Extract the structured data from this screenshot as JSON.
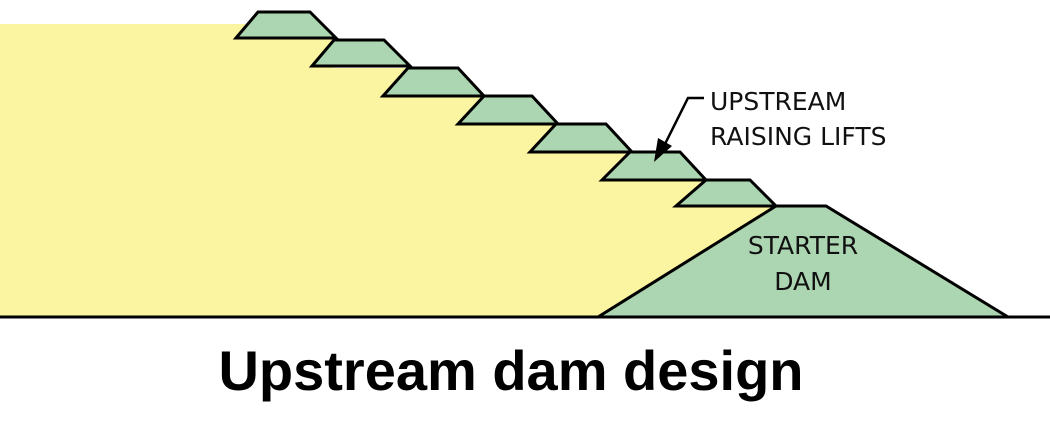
{
  "diagram": {
    "title": "Upstream dam design",
    "labels": {
      "raising_lifts_line1": "UPSTREAM",
      "raising_lifts_line2": "RAISING LIFTS",
      "starter_dam_line1": "STARTER",
      "starter_dam_line2": "DAM"
    },
    "colors": {
      "tailings": "#fbf5a1",
      "embankment": "#acd6b1",
      "outline": "#000000",
      "background": "#ffffff"
    },
    "lift_count": 7
  }
}
